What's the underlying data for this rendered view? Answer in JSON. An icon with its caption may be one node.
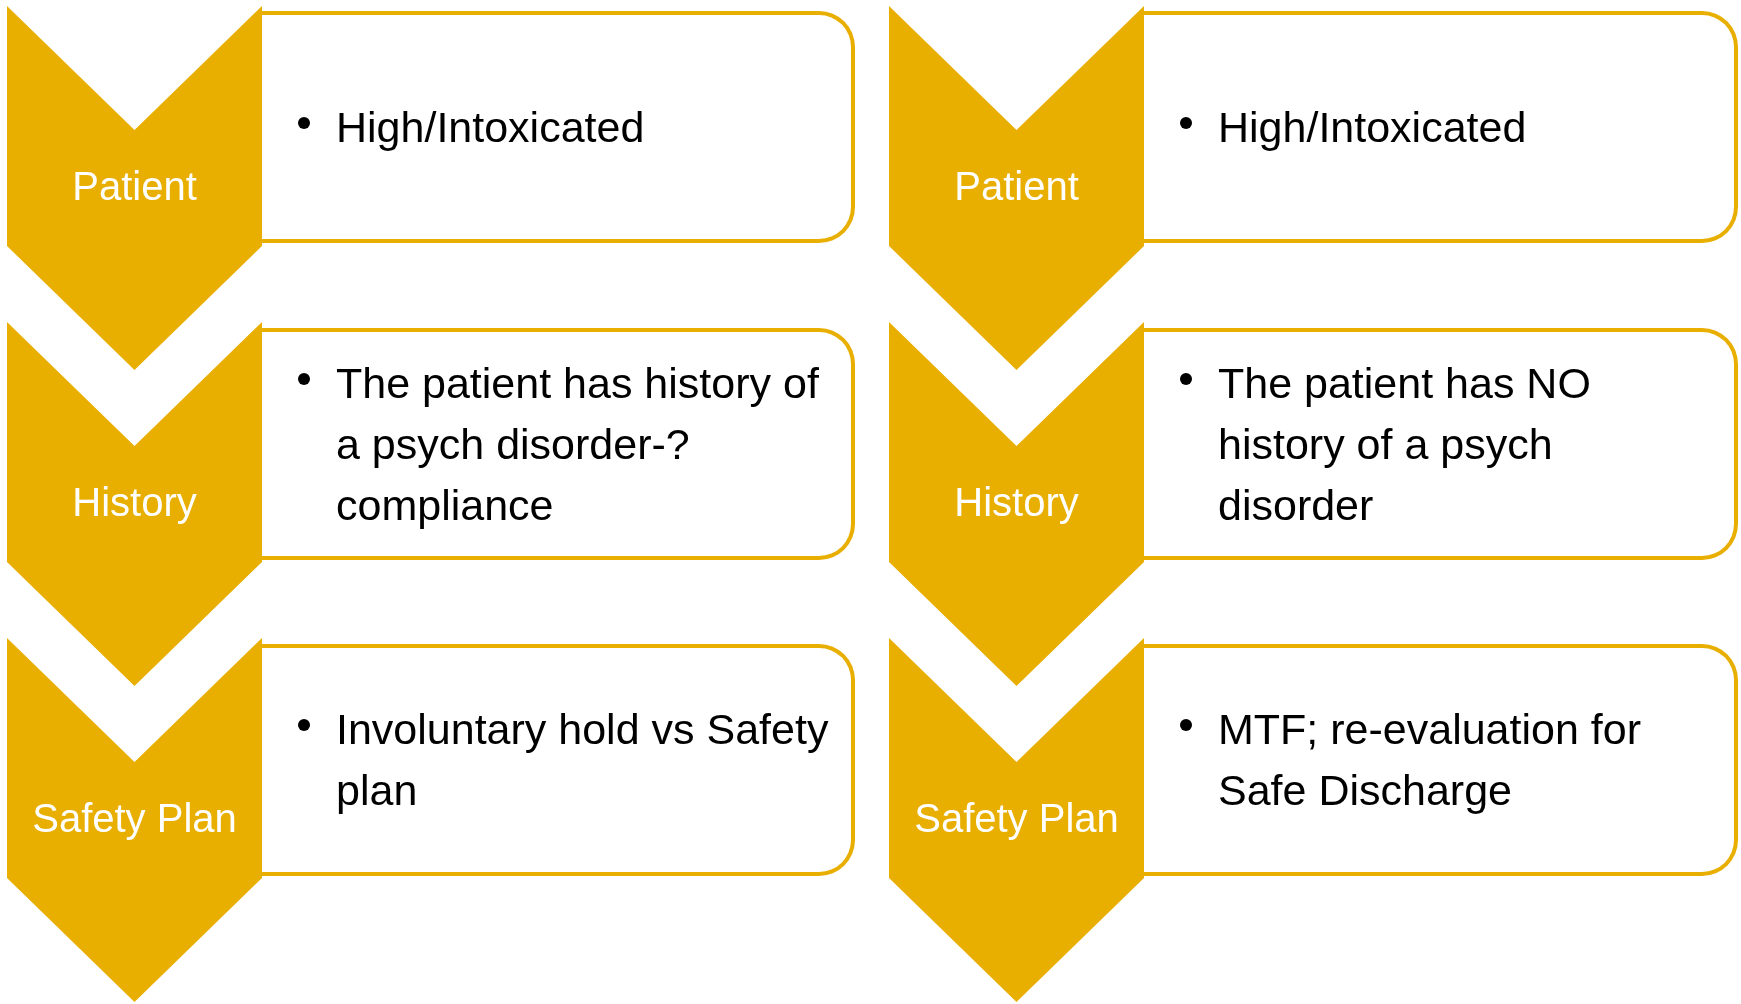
{
  "diagram": {
    "nodes": [
      {
        "text": [
          "Patient"
        ]
      },
      {
        "text": [
          "High/Intoxicated"
        ]
      },
      {
        "text": [
          "History"
        ]
      },
      {
        "text": [
          "The patient has history of a psych disorder-?compliance"
        ]
      },
      {
        "text": [
          "Safety Plan"
        ]
      },
      {
        "text": [
          "Involuntary hold vs Safety plan"
        ]
      },
      {
        "text": [
          "Patient"
        ]
      },
      {
        "text": [
          "High/Intoxicated"
        ]
      },
      {
        "text": [
          "History"
        ]
      },
      {
        "text": [
          "The patient has NO history of a psych disorder"
        ]
      },
      {
        "text": [
          "Safety Plan"
        ]
      },
      {
        "text": [
          "MTF; re-evaluation for Safe Discharge"
        ]
      }
    ]
  }
}
